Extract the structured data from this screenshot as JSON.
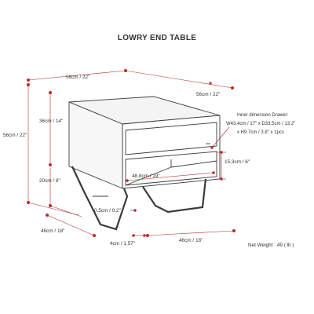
{
  "title": "LOWRY END TABLE",
  "dimensions": {
    "top_width": "56cm / 22\"",
    "top_depth": "56cm / 22\"",
    "overall_height": "56cm / 22\"",
    "body_height": "36cm / 14\"",
    "leg_height": "20cm / 8\"",
    "shelf_width": "48.8cm / 19\"",
    "shelf_height": "15.3cm / 6\"",
    "leg_thickness": "0.5cm / 0.2\"",
    "leg_width": "4cm / 1.57\"",
    "base_depth_left": "46cm / 18\"",
    "base_width_right": "46cm / 18\""
  },
  "inner_dimension": {
    "line1": "Inner dimension Drawer:",
    "line2": "W43.4cm / 17\" x D33.5cm / 13.2\"",
    "line3": "x H9.7cm / 3.8\" x 1pcs"
  },
  "net_weight": "Net Weight : 49 ( lb )",
  "colors": {
    "dimension_line": "#b03030",
    "dimension_dot": "#c0282a",
    "outline": "#3a3a3a"
  }
}
